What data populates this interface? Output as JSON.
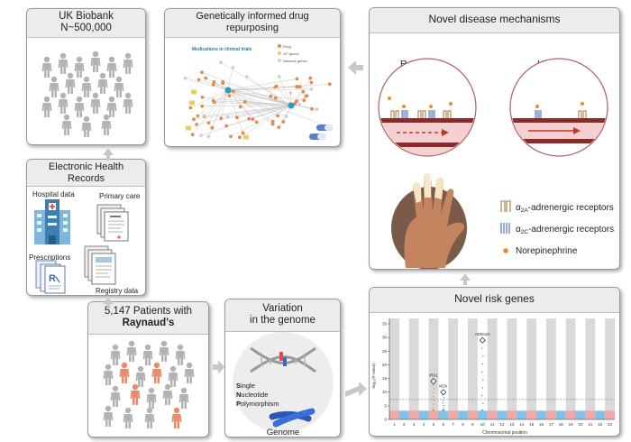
{
  "biobank": {
    "title_line1": "UK Biobank",
    "title_line2": "N~500,000"
  },
  "ehr": {
    "title_line1": "Electronic Health",
    "title_line2": "Records",
    "hospital": "Hospital data",
    "primary": "Primary care",
    "prescriptions": "Prescriptions",
    "registry": "Registry data"
  },
  "patients": {
    "title_line1": "5,147 Patients with",
    "title_line2": "Raynaud's"
  },
  "variation": {
    "title_line1": "Variation",
    "title_line2": "in the genome",
    "snp_s": "S",
    "snp_single": "ingle",
    "snp_n": "N",
    "snp_nucleotide": "ucleotide",
    "snp_p": "P",
    "snp_polymorphism": "olymorphism",
    "genome": "Genome"
  },
  "drug": {
    "title_line1": "Genetically informed drug",
    "title_line2": "repurposing",
    "network_title": "Medications in clinical trials",
    "legend": [
      "Drug",
      "GF genes",
      "Network genes"
    ]
  },
  "mechanisms": {
    "title": "Novel disease mechanisms",
    "raynauds": "Raynaud's",
    "healthy": "Healthy",
    "legend_a2a_prefix": "α",
    "legend_a2a_sub": "2A",
    "legend_a2a_text": "-adrenergic receptors",
    "legend_a2c_prefix": "α",
    "legend_a2c_sub": "2C",
    "legend_a2c_text": "-adrenergic receptors",
    "legend_ne": "Norepinephrine"
  },
  "risk": {
    "title": "Novel risk genes",
    "ylabel": "-log₁₀(P-value)",
    "xlabel": "Chromosomal position",
    "gene_labels": [
      "ADRA2A",
      "IRX1",
      "NOX"
    ]
  },
  "chart_data": {
    "type": "scatter",
    "title": "",
    "xlabel": "Chromosomal position",
    "ylabel": "-log10(P-value)",
    "categories": [
      "1",
      "2",
      "3",
      "4",
      "5",
      "6",
      "7",
      "8",
      "9",
      "10",
      "11",
      "12",
      "13",
      "14",
      "15",
      "16",
      "17",
      "18",
      "19",
      "20",
      "21",
      "22",
      "23"
    ],
    "y_ticks": [
      "0",
      "5",
      "10",
      "15",
      "20",
      "25",
      "30",
      "35"
    ],
    "ylim": [
      0,
      37
    ],
    "threshold": 7.3,
    "peaks": [
      {
        "label": "ADRA2A",
        "chromosome": 10,
        "value": 29
      },
      {
        "label": "IRX1",
        "chromosome": 5,
        "value": 14
      },
      {
        "label": "NOX",
        "chromosome": 6,
        "value": 10
      }
    ],
    "colors": {
      "odd": "#f4a7a7",
      "even": "#7fc3ea",
      "peak": "#d48a2c",
      "shade": "#d9d9d9"
    },
    "grid": false
  }
}
